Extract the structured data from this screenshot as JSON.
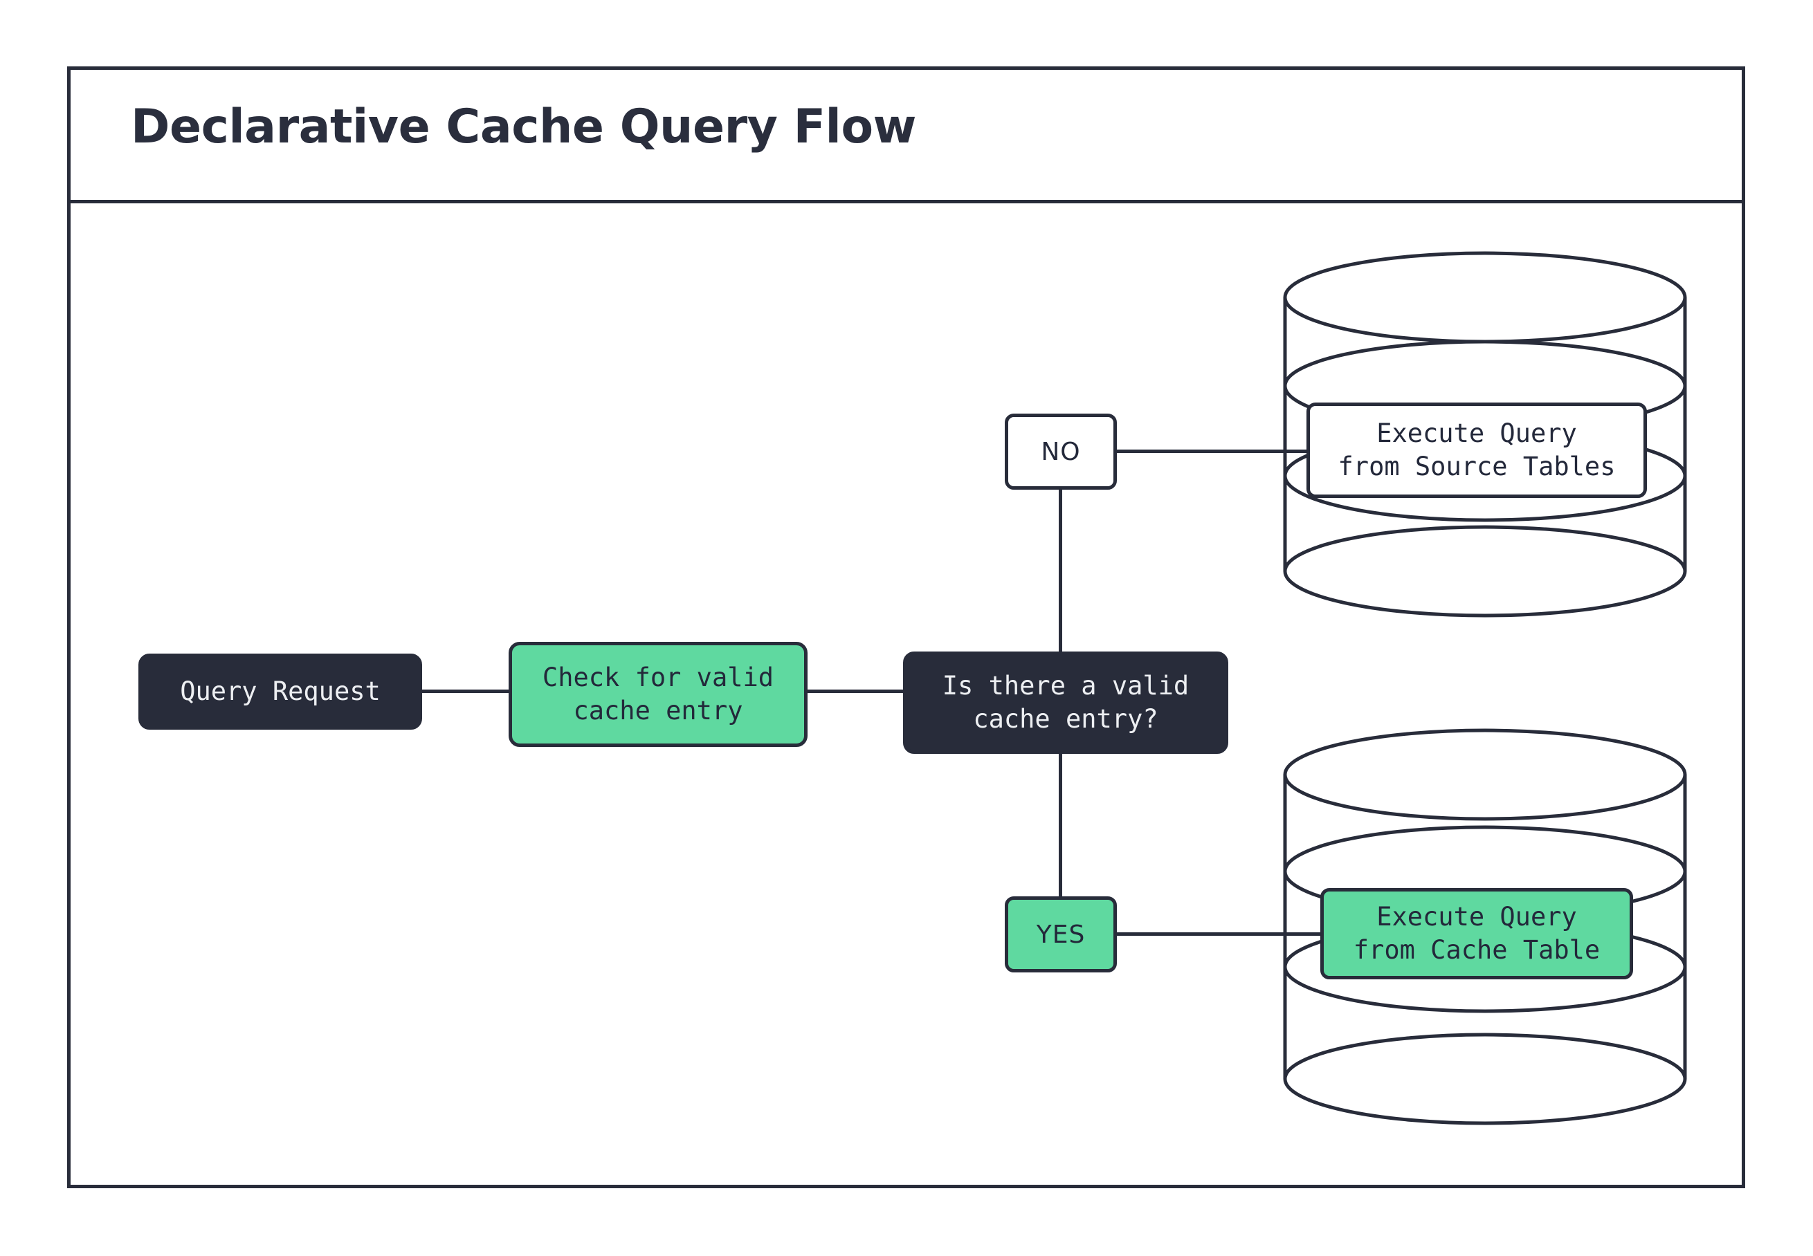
{
  "diagram": {
    "title": "Declarative Cache Query Flow",
    "accent_green": "#5FD9A0",
    "dark_navy": "#282C3A",
    "white": "#FFFFFF"
  },
  "nodes": {
    "query_request": {
      "label": "Query Request",
      "style": "dark"
    },
    "check_cache": {
      "label": "Check for valid\ncache entry",
      "style": "green"
    },
    "decision": {
      "label": "Is there a valid\ncache entry?",
      "style": "dark"
    },
    "source_db": {
      "label": "Execute Query\nfrom Source Tables",
      "style": "white"
    },
    "cache_db": {
      "label": "Execute Query\nfrom Cache Table",
      "style": "green"
    }
  },
  "branches": {
    "no": {
      "label": "NO",
      "style": "white"
    },
    "yes": {
      "label": "YES",
      "style": "green"
    }
  },
  "edges": [
    {
      "from": "query_request",
      "to": "check_cache"
    },
    {
      "from": "check_cache",
      "to": "decision"
    },
    {
      "from": "decision",
      "to": "no"
    },
    {
      "from": "no",
      "to": "source_db"
    },
    {
      "from": "decision",
      "to": "yes"
    },
    {
      "from": "yes",
      "to": "cache_db"
    }
  ]
}
